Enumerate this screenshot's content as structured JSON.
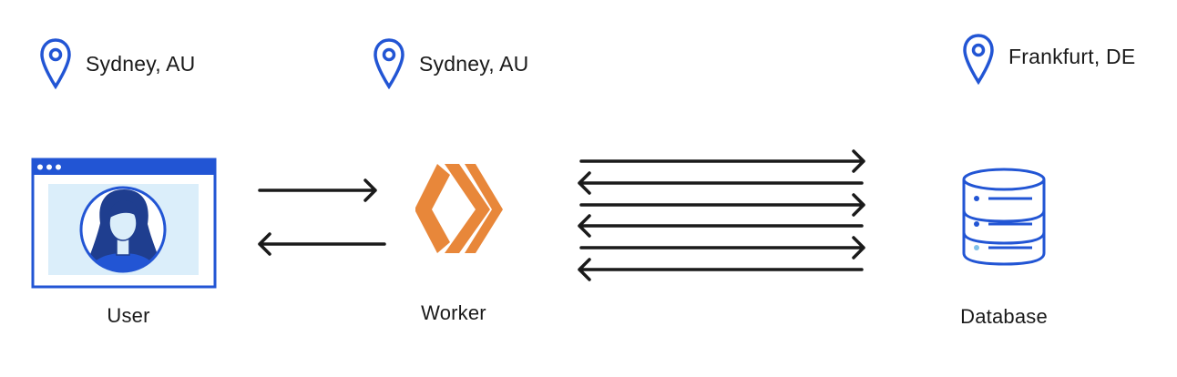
{
  "locations": {
    "user": "Sydney, AU",
    "worker": "Sydney, AU",
    "database": "Frankfurt, DE"
  },
  "nodes": {
    "user": "User",
    "worker": "Worker",
    "database": "Database"
  },
  "colors": {
    "accent_blue": "#2255d4",
    "light_blue": "#dbeefa",
    "worker_orange": "#e8873a",
    "arrow": "#1a1a1a"
  },
  "icons": {
    "location": "map-pin-icon",
    "user": "browser-window-user-icon",
    "worker": "cloudflare-workers-icon",
    "database": "database-icon"
  }
}
